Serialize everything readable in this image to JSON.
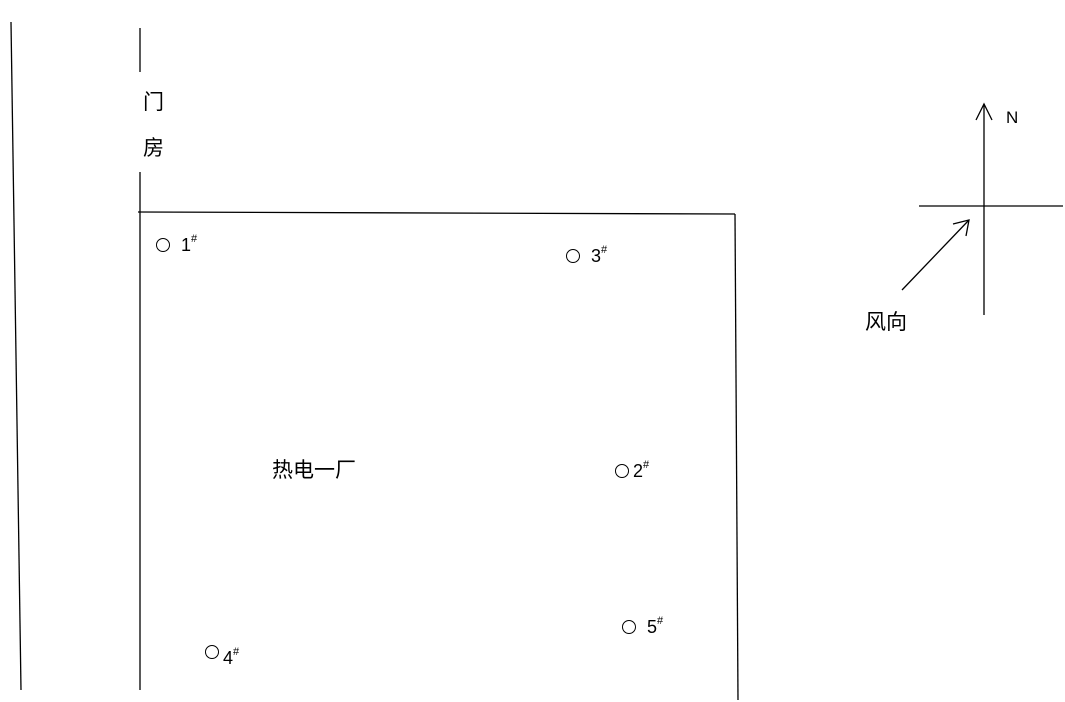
{
  "gate_house": {
    "char1": "门",
    "char2": "房"
  },
  "plant": {
    "name": "热电一厂"
  },
  "points": [
    {
      "id": "p1",
      "number": "1",
      "mark": "#"
    },
    {
      "id": "p3",
      "number": "3",
      "mark": "#"
    },
    {
      "id": "p2",
      "number": "2",
      "mark": "#"
    },
    {
      "id": "p4",
      "number": "4",
      "mark": "#"
    },
    {
      "id": "p5",
      "number": "5",
      "mark": "#"
    }
  ],
  "compass": {
    "north_label": "N",
    "wind_label": "风向"
  },
  "colors": {
    "line": "#000000",
    "background": "#ffffff"
  }
}
